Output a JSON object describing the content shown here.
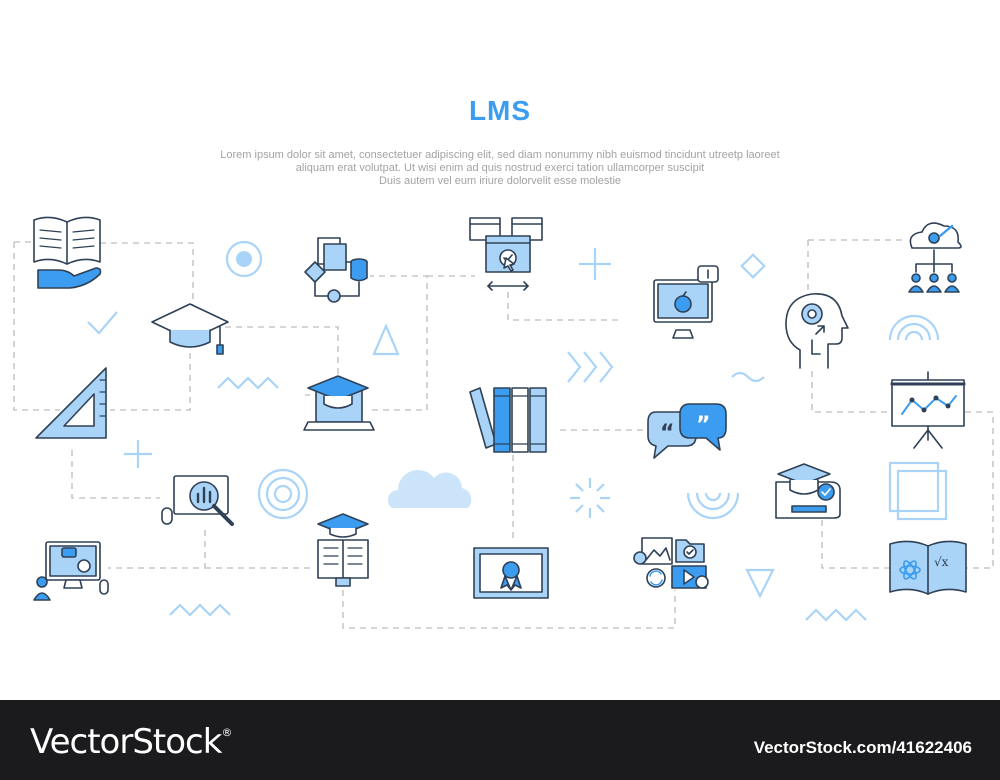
{
  "title": "LMS",
  "description_lines": [
    "Lorem ipsum dolor sit amet, consectetuer adipiscing elit, sed diam nonummy nibh euismod tincidunt utreetp laoreet",
    "aliquam erat volutpat. Ut wisi enim ad  quis nostrud exerci tation ullamcorper suscipit",
    "Duis autem vel eum iriure dolorvelit esse molestie"
  ],
  "footer": {
    "brand": "VectorStock",
    "registered_mark": "®",
    "image_id": "VectorStock.com/41622406"
  },
  "colors": {
    "primary_blue": "#3b9cf0",
    "light_blue": "#a9d4f7",
    "outline": "#2f4156",
    "connector": "#c8c8c8",
    "footer_bg": "#1b1b1d"
  },
  "icons": [
    "open-book-hand-icon",
    "graduation-cap-icon",
    "workflow-diagram-icon",
    "web-pages-click-icon",
    "apple-monitor-icon",
    "head-gears-icon",
    "cloud-network-users-icon",
    "set-square-ruler-icon",
    "online-graduation-laptop-icon",
    "books-row-icon",
    "quote-bubbles-icon",
    "presentation-board-icon",
    "analytics-search-icon",
    "graduation-diploma-icon",
    "online-tutor-icon",
    "book-graduation-icon",
    "certificate-icon",
    "media-files-icon",
    "science-book-icon"
  ]
}
